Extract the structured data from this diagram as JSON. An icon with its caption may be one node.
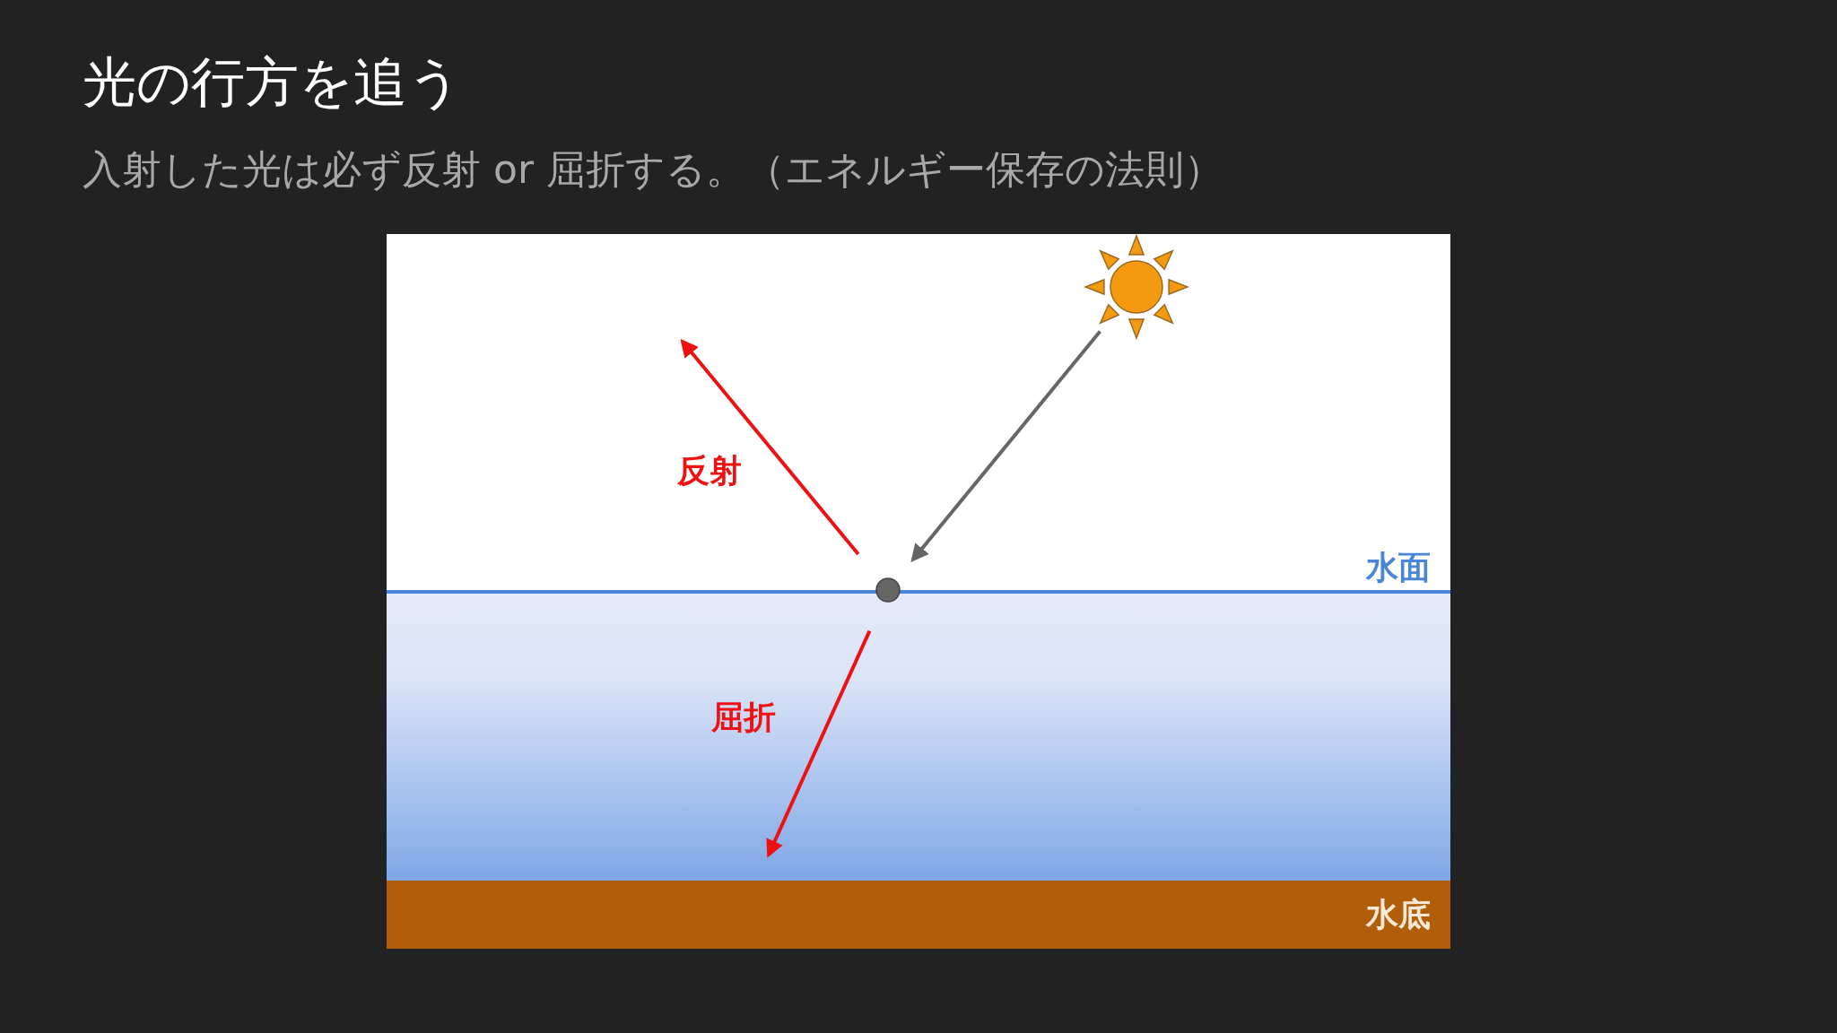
{
  "diagram": {
    "title": "光の行方を追う",
    "nodes": [
      {
        "text": [],
        "shape": "picture"
      },
      {
        "text": [],
        "shape": "circle"
      },
      {
        "text": [
          "水底"
        ]
      }
    ],
    "edges": [
      {
        "from": 0,
        "to": 1,
        "arrow": "to",
        "color": "#666666"
      },
      {
        "from": 1,
        "to": null,
        "arrow": "to",
        "label": "反射",
        "color": "#ee1111"
      },
      {
        "from": 1,
        "to": 2,
        "arrow": "to",
        "label": "屈折",
        "color": "#ee1111"
      }
    ],
    "labels": [
      "入射した光は必ず反射 or 屈折する。（エネルギー保存の法則）",
      "水面"
    ]
  }
}
